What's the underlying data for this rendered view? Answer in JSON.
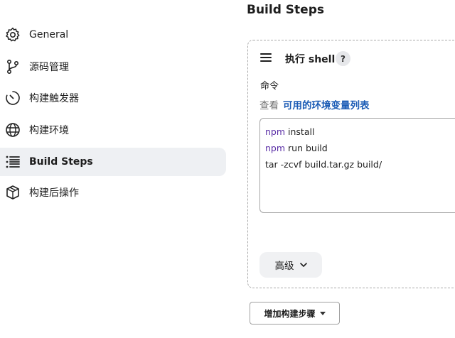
{
  "sidebar": {
    "items": [
      {
        "label": "General",
        "icon": "gear-icon"
      },
      {
        "label": "源码管理",
        "icon": "source-branch-icon"
      },
      {
        "label": "构建触发器",
        "icon": "timer-icon"
      },
      {
        "label": "构建环境",
        "icon": "globe-icon"
      },
      {
        "label": "Build Steps",
        "icon": "list-icon",
        "active": true
      },
      {
        "label": "构建后操作",
        "icon": "package-icon"
      }
    ]
  },
  "main": {
    "title": "Build Steps",
    "step": {
      "title": "执行 shell",
      "help_label": "?",
      "command_label": "命令",
      "env_prefix": "查看",
      "env_link": "可用的环境变量列表",
      "code": [
        {
          "kw": "npm",
          "rest": " install"
        },
        {
          "kw": "npm",
          "rest": " run build"
        },
        {
          "kw": "",
          "rest": "tar -zcvf build.tar.gz build/"
        }
      ],
      "advanced_label": "高级"
    },
    "add_step_label": "增加构建步骤"
  },
  "colors": {
    "accent_link": "#1a5bb5",
    "active_nav_bg": "#eef0f3",
    "keyword": "#5a2ea6"
  }
}
